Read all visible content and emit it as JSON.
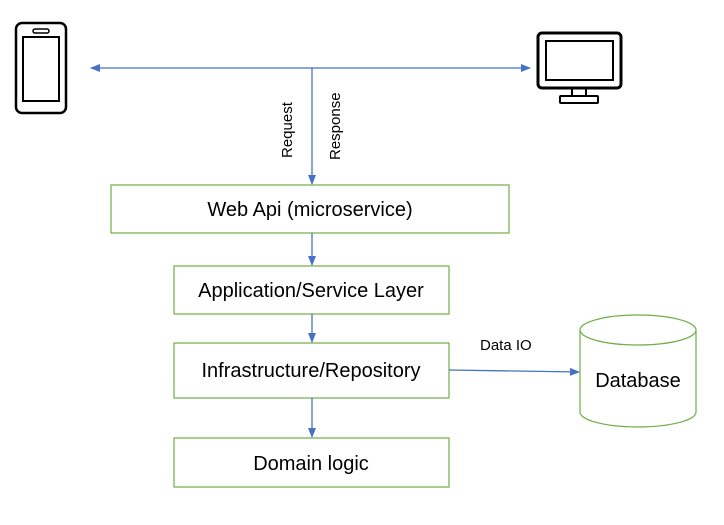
{
  "colors": {
    "box_border": "#70ad47",
    "arrow": "#4472c4",
    "device_outline": "#000000",
    "text": "#000000"
  },
  "icons": {
    "left_device": "smartphone-icon",
    "right_device": "monitor-icon",
    "database": "database-cylinder-icon"
  },
  "labels": {
    "request": "Request",
    "response": "Response",
    "data_io": "Data IO"
  },
  "boxes": {
    "web_api": "Web Api (microservice)",
    "application": "Application/Service Layer",
    "infrastructure": "Infrastructure/Repository",
    "domain": "Domain logic"
  },
  "database": {
    "label": "Database"
  }
}
